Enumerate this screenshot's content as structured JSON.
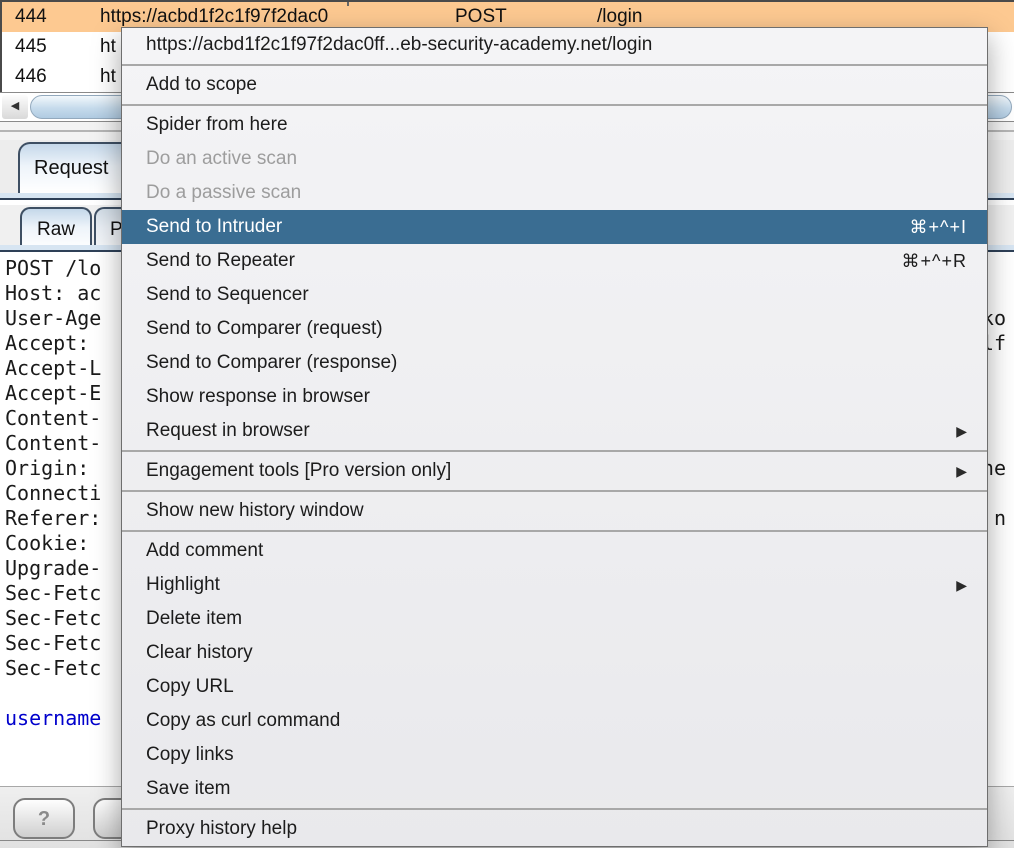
{
  "colors": {
    "menu_highlight": "#3a6d92",
    "selected_row": "#fdc991",
    "link_text": "#0000cc"
  },
  "icons": {
    "scroll_left_arrow": "◀",
    "submenu_arrow": "▶"
  },
  "table": {
    "rows": [
      {
        "id": "444",
        "url": "https://acbd1f2c1f97f2dac0",
        "method": "POST",
        "path": "/login",
        "selected": true
      },
      {
        "id": "445",
        "url": "ht",
        "method": "",
        "path": "",
        "selected": false
      },
      {
        "id": "446",
        "url": "ht",
        "method": "",
        "path": "",
        "selected": false
      }
    ]
  },
  "tabs": {
    "request_label": "Request",
    "raw_label": "Raw",
    "second_label": "P"
  },
  "request_panel": {
    "lines": [
      {
        "left": "POST /lo",
        "right": ""
      },
      {
        "left": "Host: ac",
        "right": ""
      },
      {
        "left": "User-Age",
        "right": "ko"
      },
      {
        "left": "Accept: ",
        "right": "lf"
      },
      {
        "left": "Accept-L",
        "right": ""
      },
      {
        "left": "Accept-E",
        "right": ""
      },
      {
        "left": "Content-",
        "right": ""
      },
      {
        "left": "Content-",
        "right": ""
      },
      {
        "left": "Origin: ",
        "right": "he"
      },
      {
        "left": "Connecti",
        "right": ""
      },
      {
        "left": "Referer:",
        "right": "n"
      },
      {
        "left": "Cookie: ",
        "right": ""
      },
      {
        "left": "Upgrade-",
        "right": ""
      },
      {
        "left": "Sec-Fetc",
        "right": ""
      },
      {
        "left": "Sec-Fetc",
        "right": ""
      },
      {
        "left": "Sec-Fetc",
        "right": ""
      },
      {
        "left": "Sec-Fetc",
        "right": ""
      },
      {
        "left": "",
        "right": ""
      },
      {
        "left": "username",
        "right": "",
        "link": true
      }
    ]
  },
  "context_menu": {
    "items": [
      {
        "type": "header",
        "label": "https://acbd1f2c1f97f2dac0ff...eb-security-academy.net/login"
      },
      {
        "type": "separator"
      },
      {
        "type": "item",
        "label": "Add to scope"
      },
      {
        "type": "separator"
      },
      {
        "type": "item",
        "label": "Spider from here"
      },
      {
        "type": "disabled",
        "label": "Do an active scan"
      },
      {
        "type": "disabled",
        "label": "Do a passive scan"
      },
      {
        "type": "highlight",
        "label": "Send to Intruder",
        "shortcut": "⌘+^+I"
      },
      {
        "type": "item",
        "label": "Send to Repeater",
        "shortcut": "⌘+^+R"
      },
      {
        "type": "item",
        "label": "Send to Sequencer"
      },
      {
        "type": "item",
        "label": "Send to Comparer (request)"
      },
      {
        "type": "item",
        "label": "Send to Comparer (response)"
      },
      {
        "type": "item",
        "label": "Show response in browser"
      },
      {
        "type": "item",
        "label": "Request in browser",
        "submenu": true
      },
      {
        "type": "separator"
      },
      {
        "type": "item",
        "label": "Engagement tools [Pro version only]",
        "submenu": true
      },
      {
        "type": "separator"
      },
      {
        "type": "item",
        "label": "Show new history window"
      },
      {
        "type": "separator"
      },
      {
        "type": "item",
        "label": "Add comment"
      },
      {
        "type": "item",
        "label": "Highlight",
        "submenu": true
      },
      {
        "type": "item",
        "label": "Delete item"
      },
      {
        "type": "item",
        "label": "Clear history"
      },
      {
        "type": "item",
        "label": "Copy URL"
      },
      {
        "type": "item",
        "label": "Copy as curl command"
      },
      {
        "type": "item",
        "label": "Copy links"
      },
      {
        "type": "item",
        "label": "Save item"
      },
      {
        "type": "separator"
      },
      {
        "type": "item",
        "label": "Proxy history help"
      }
    ]
  },
  "footer": {
    "help_label": "?"
  }
}
